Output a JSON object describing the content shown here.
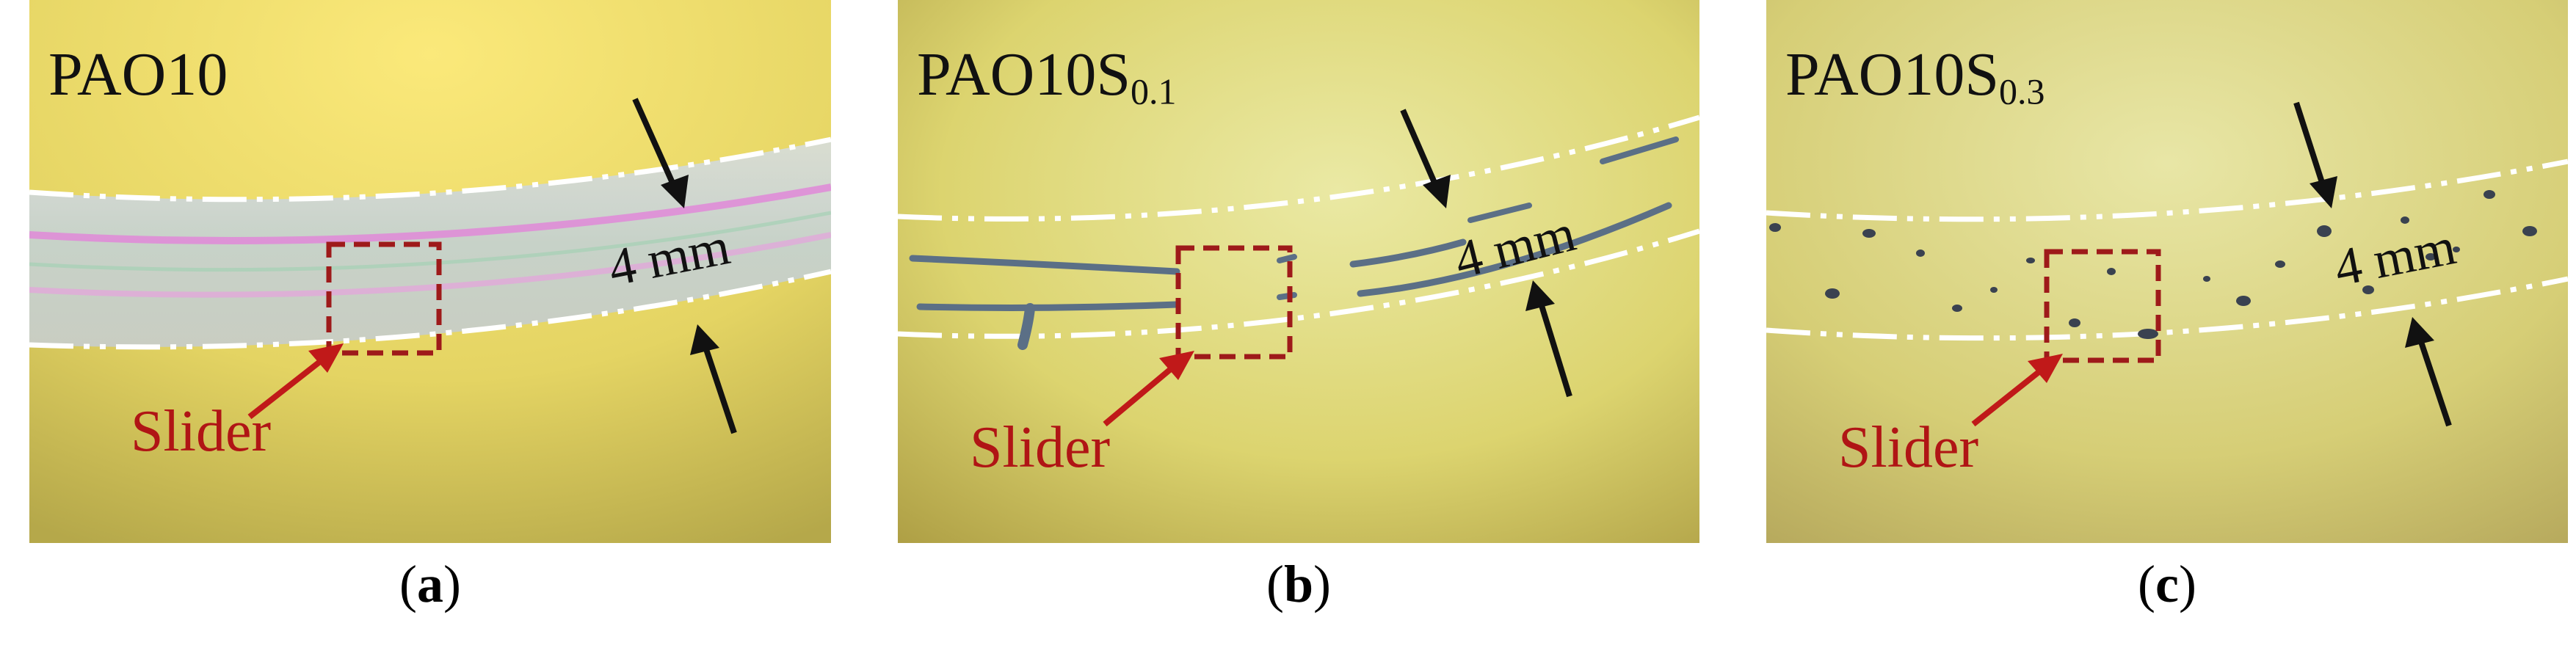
{
  "panels": [
    {
      "id": "a",
      "sample": "PAO10",
      "sample_sub": "",
      "dimension": "4 mm",
      "slider": "Slider",
      "caption": "a"
    },
    {
      "id": "b",
      "sample": "PAO10S",
      "sample_sub": "0.1",
      "dimension": "4 mm",
      "slider": "Slider",
      "caption": "b"
    },
    {
      "id": "c",
      "sample": "PAO10S",
      "sample_sub": "0.3",
      "dimension": "4 mm",
      "slider": "Slider",
      "caption": "c"
    }
  ],
  "colors": {
    "background_yellow": "#e7d86b",
    "dashed_boundary": "#ffffff",
    "slider_box": "#9e1a1a",
    "arrow": "#111111"
  }
}
